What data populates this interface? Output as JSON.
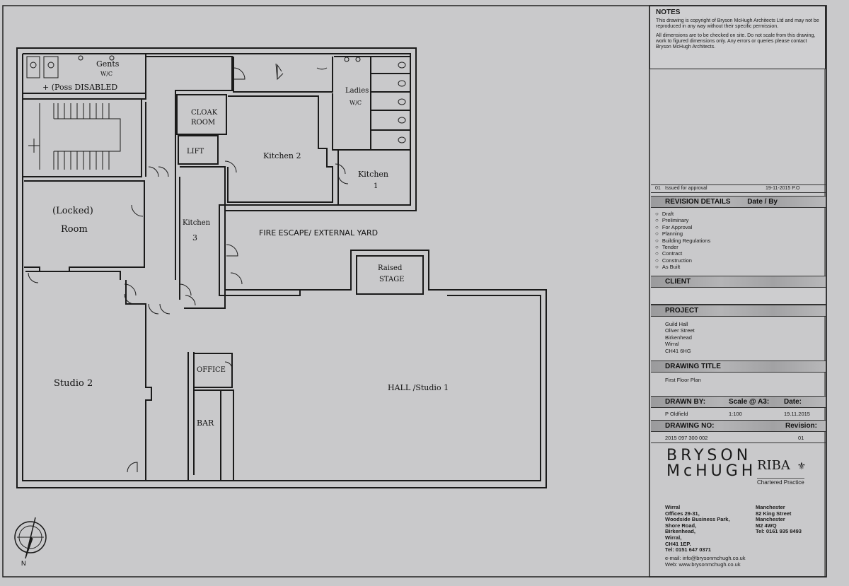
{
  "rooms": {
    "gents": "Gents",
    "gents_wc": "W/C",
    "gents_note": "+ (Poss DISABLED",
    "cloak_1": "CLOAK",
    "cloak_2": "ROOM",
    "lift": "LIFT",
    "kitchen2": "Kitchen 2",
    "ladies": "Ladies",
    "ladies_wc": "W/C",
    "kitchen1_1": "Kitchen",
    "kitchen1_2": "1",
    "locked_1": "(Locked)",
    "locked_2": "Room",
    "kitchen3_1": "Kitchen",
    "kitchen3_2": "3",
    "fire_escape": "FIRE ESCAPE/ EXTERNAL YARD",
    "raised_1": "Raised",
    "raised_2": "STAGE",
    "office": "OFFICE",
    "studio2": "Studio 2",
    "hall": "HALL /Studio 1",
    "bar": "BAR"
  },
  "north_label": "N",
  "notes": {
    "heading": "NOTES",
    "para1": "This drawing is copyright of Bryson McHugh Architects Ltd and may not be reproduced in any way without their specific permission.",
    "para2": "All dimensions are to be checked on site. Do not scale from this drawing, work to figured dimensions only. Any errors or queries please contact Bryson McHugh Architects."
  },
  "revision_entry": {
    "rev": "01",
    "desc": "Issued for approval",
    "date": "19-11-2015 P.O"
  },
  "revision_details": {
    "heading": "REVISION DETAILS",
    "date_by": "Date / By",
    "statuses": [
      "Draft",
      "Preliminary",
      "For Approval",
      "Planning",
      "Building Regulations",
      "Tender",
      "Contract",
      "Construction",
      "As Built"
    ]
  },
  "client": {
    "heading": "CLIENT"
  },
  "project": {
    "heading": "PROJECT",
    "lines": [
      "Guild Hall",
      "Oliver Street",
      "Birkenhead",
      "Wirral",
      "CH41 6HG"
    ]
  },
  "drawing_title": {
    "heading": "DRAWING TITLE",
    "value": "First Floor Plan"
  },
  "drawn_by": {
    "heading": "DRAWN BY:",
    "scale_heading": "Scale @ A3:",
    "date_heading": "Date:",
    "name": "P Oldfield",
    "scale": "1:100",
    "date": "19.11.2015"
  },
  "drawing_no": {
    "heading": "DRAWING NO:",
    "revision_heading": "Revision:",
    "value": "2015 097 300 002",
    "revision": "01"
  },
  "practice": {
    "name_line1": "BRYSON",
    "name_line2": "McHUGH",
    "riba": "RIBA",
    "chartered": "Chartered Practice"
  },
  "offices": {
    "wirral": {
      "title": "Wirral",
      "lines": [
        "Offices 29-31,",
        "Woodside Business Park,",
        "Shore Road,",
        "Birkenhead,",
        "Wirral,",
        "CH41 1EP.",
        "Tel: 0151 647 0371"
      ]
    },
    "manchester": {
      "title": "Manchester",
      "lines": [
        "82 King Street",
        "Manchester",
        "M2 4WQ",
        "Tel: 0161 935 8493"
      ]
    },
    "email": "e-mail: info@brysonmchugh.co.uk",
    "web": "Web: www.brysonmchugh.co.uk"
  },
  "colors": {
    "paper": "#c9c9cb",
    "ink": "#1a1a1a",
    "band": "#a4a4a6"
  }
}
